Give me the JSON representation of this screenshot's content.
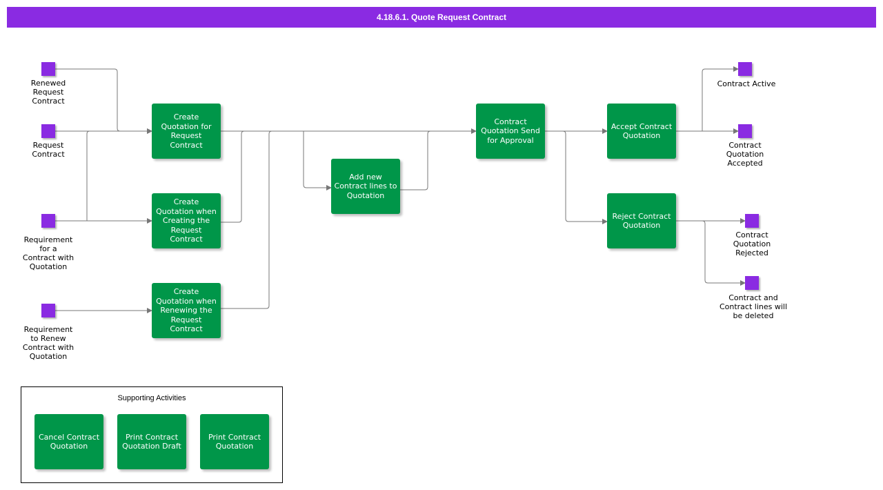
{
  "title": "4.18.6.1. Quote Request Contract",
  "events": {
    "renewed_request_contract": "Renewed\nRequest\nContract",
    "request_contract": "Request\nContract",
    "requirement_contract_quotation": "Requirement\nfor a\nContract with\nQuotation",
    "requirement_renew_contract": "Requirement\nto Renew\nContract with\nQuotation",
    "contract_active": "Contract Active",
    "contract_quotation_accepted": "Contract\nQuotation\nAccepted",
    "contract_quotation_rejected": "Contract\nQuotation\nRejected",
    "contract_lines_deleted": "Contract and\nContract lines will\nbe deleted"
  },
  "activities": {
    "create_quotation_request": "Create\nQuotation for\nRequest\nContract",
    "create_quotation_creating": "Create\nQuotation when\nCreating the\nRequest\nContract",
    "create_quotation_renewing": "Create\nQuotation when\nRenewing the\nRequest\nContract",
    "add_contract_lines": "Add new\nContract lines to\nQuotation",
    "send_for_approval": "Contract\nQuotation Send\nfor Approval",
    "accept_quotation": "Accept Contract\nQuotation",
    "reject_quotation": "Reject Contract\nQuotation"
  },
  "supporting": {
    "title": "Supporting Activities",
    "cancel": "Cancel Contract\nQuotation",
    "print_draft": "Print Contract\nQuotation Draft",
    "print": "Print Contract\nQuotation"
  },
  "colors": {
    "title_bar": "#8a2be2",
    "event": "#8a2be2",
    "activity": "#009649",
    "connector": "#777777"
  }
}
